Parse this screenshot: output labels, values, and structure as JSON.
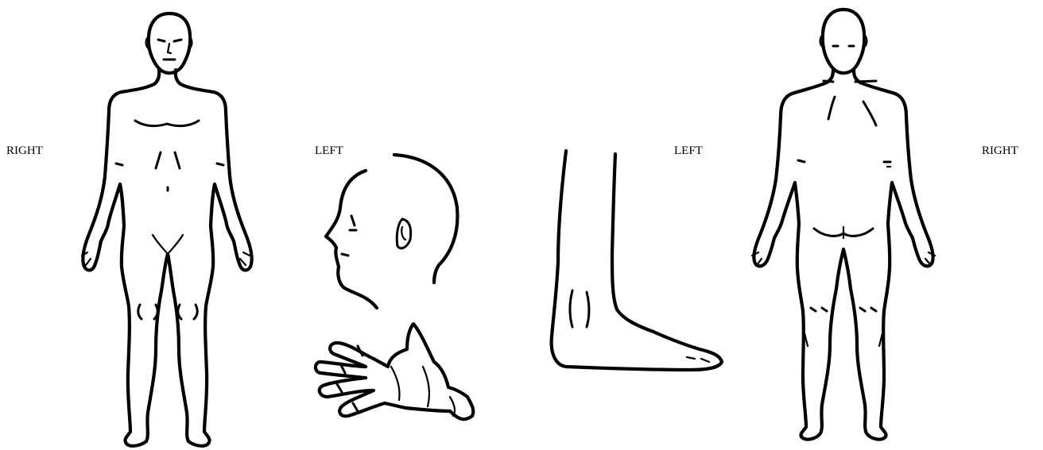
{
  "labels": {
    "front_right": "RIGHT",
    "front_left": "LEFT",
    "foot_left": "LEFT",
    "back_right": "RIGHT"
  },
  "figures": [
    "front-body-figure",
    "head-profile-figure",
    "hand-figure",
    "foot-lower-leg-figure",
    "back-body-figure"
  ],
  "colors": {
    "ink": "#000000",
    "background": "#ffffff"
  }
}
